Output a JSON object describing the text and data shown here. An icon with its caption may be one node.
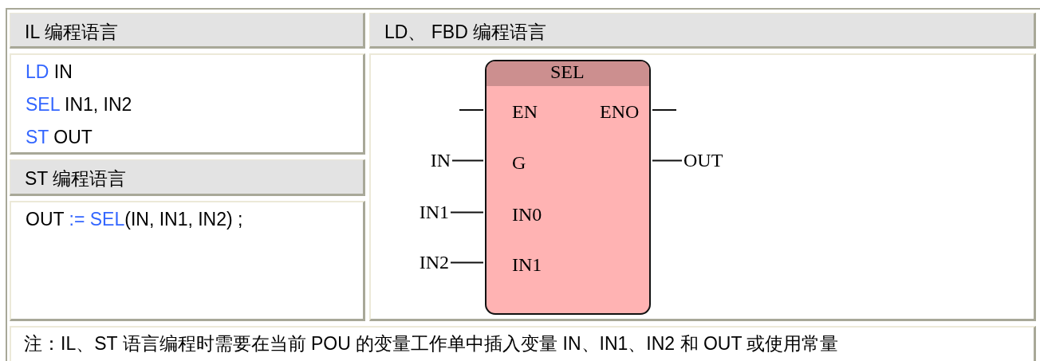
{
  "diagram": {
    "nodes": [
      {
        "text": [
          "IL 编程语言"
        ]
      },
      {
        "text": [
          "LD IN",
          "SEL IN1, IN2",
          "ST OUT"
        ]
      },
      {
        "text": [
          "LD、 FBD 编程语言"
        ]
      },
      {
        "text": [
          "SEL",
          "EN",
          "ENO",
          "G",
          "IN0",
          "IN1"
        ]
      },
      {
        "text": [
          "IN"
        ]
      },
      {
        "text": [
          "IN1"
        ]
      },
      {
        "text": [
          "IN2"
        ]
      },
      {
        "text": [
          "OUT"
        ]
      },
      {
        "text": [
          "ST 编程语言"
        ]
      },
      {
        "text": [
          "OUT := SEL(IN, IN1, IN2) ;"
        ]
      },
      {
        "text": [
          "注：IL、ST 语言编程时需要在当前 POU 的变量工作单中插入变量 IN、IN1、IN2 和 OUT 或使用常量"
        ]
      }
    ],
    "edges": [
      {
        "from": null,
        "to": 3,
        "arrow": "none"
      },
      {
        "from": 3,
        "to": null,
        "arrow": "none"
      },
      {
        "from": 4,
        "to": 3,
        "arrow": "none"
      },
      {
        "from": 5,
        "to": 3,
        "arrow": "none"
      },
      {
        "from": 6,
        "to": 3,
        "arrow": "none"
      },
      {
        "from": 3,
        "to": 7,
        "arrow": "none"
      }
    ]
  }
}
